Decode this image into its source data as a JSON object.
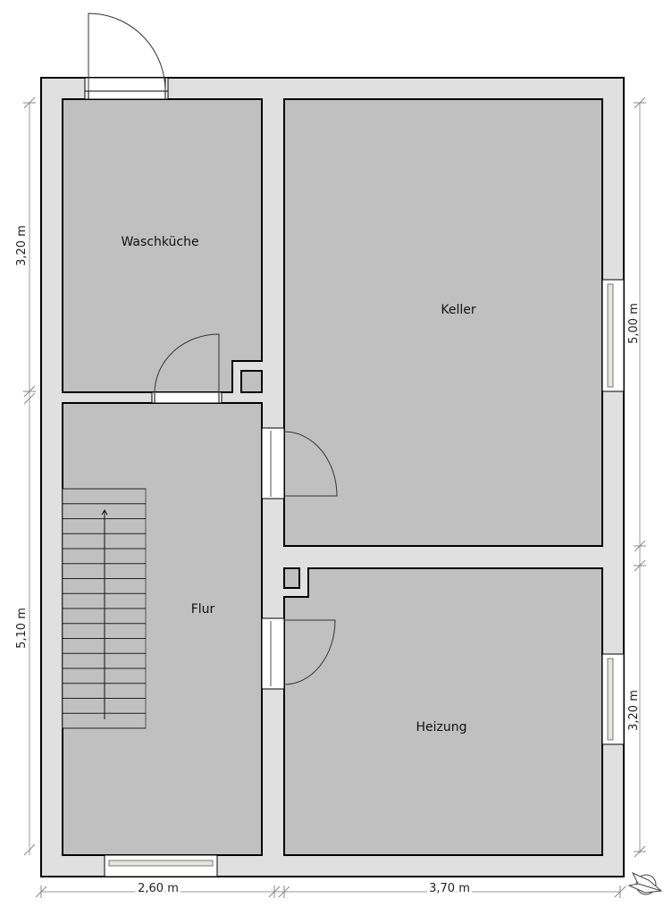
{
  "rooms": {
    "waschkueche": "Waschküche",
    "keller": "Keller",
    "flur": "Flur",
    "heizung": "Heizung"
  },
  "dimensions": {
    "left_top": "3,20 m",
    "left_bottom": "5,10 m",
    "right_top": "5,00 m",
    "right_bottom": "3,20 m",
    "bottom_left": "2,60 m",
    "bottom_right": "3,70 m"
  },
  "stairs": {
    "steps": 16
  },
  "icons": {
    "compass": "compass-icon"
  },
  "colors": {
    "wall": "#e0e0e0",
    "room": "#c0c0c0"
  }
}
